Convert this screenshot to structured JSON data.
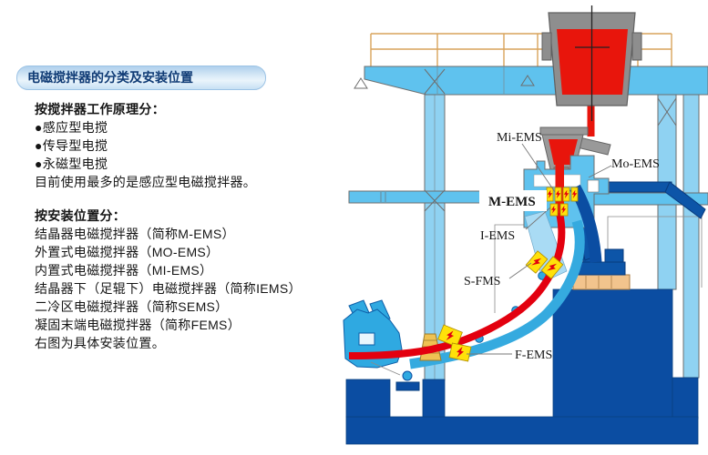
{
  "panel": {
    "title": "电磁搅拌器的分类及安装位置",
    "principle_section": {
      "heading": "按搅拌器工作原理分：",
      "items": [
        "●感应型电搅",
        "●传导型电搅",
        "●永磁型电搅"
      ],
      "note": "目前使用最多的是感应型电磁搅拌器。"
    },
    "position_section": {
      "heading": "按安装位置分：",
      "items": [
        "结晶器电磁搅拌器（简称M-EMS）",
        "外置式电磁搅拌器（MO-EMS）",
        "内置式电磁搅拌器（MI-EMS）",
        "结晶器下（足辊下）电磁搅拌器（简称IEMS）",
        "二冷区电磁搅拌器（简称SEMS）",
        "凝固末端电磁搅拌器（简称FEMS）"
      ],
      "note": "右图为具体安装位置。"
    }
  },
  "diagram": {
    "labels": {
      "mi_ems": "Mi-EMS",
      "mo_ems": "Mo-EMS",
      "m_ems": "M-EMS",
      "i_ems": "I-EMS",
      "s_fms": "S-FMS",
      "f_ems": "F-EMS"
    },
    "colors": {
      "structure_blue": "#5FC2EE",
      "column_blue": "#8FD2F2",
      "foundation_navy": "#0B4DA2",
      "machine_blue": "#2FA9E1",
      "molten_red": "#E8150C",
      "strand_red": "#E3000F",
      "ladle_grey": "#8E8E8E",
      "stirrer_yellow": "#FFE10A",
      "base_tan": "#F2C48D",
      "railing_orange": "#D9A45B"
    }
  }
}
